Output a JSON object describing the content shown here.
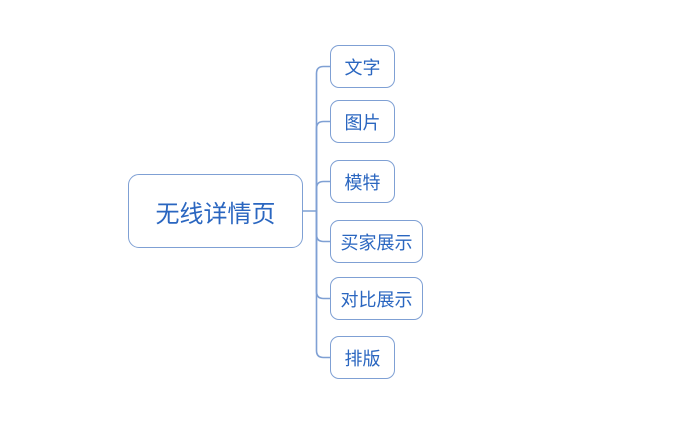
{
  "diagram": {
    "type": "mindmap",
    "background_color": "#ffffff",
    "colors": {
      "node_border": "#7fa0d4",
      "connector_line": "#7fa0d4",
      "node_text": "#2a66c0"
    },
    "root": {
      "label": "无线详情页"
    },
    "children": [
      {
        "label": "文字"
      },
      {
        "label": "图片"
      },
      {
        "label": "模特"
      },
      {
        "label": "买家展示"
      },
      {
        "label": "对比展示"
      },
      {
        "label": "排版"
      }
    ]
  }
}
